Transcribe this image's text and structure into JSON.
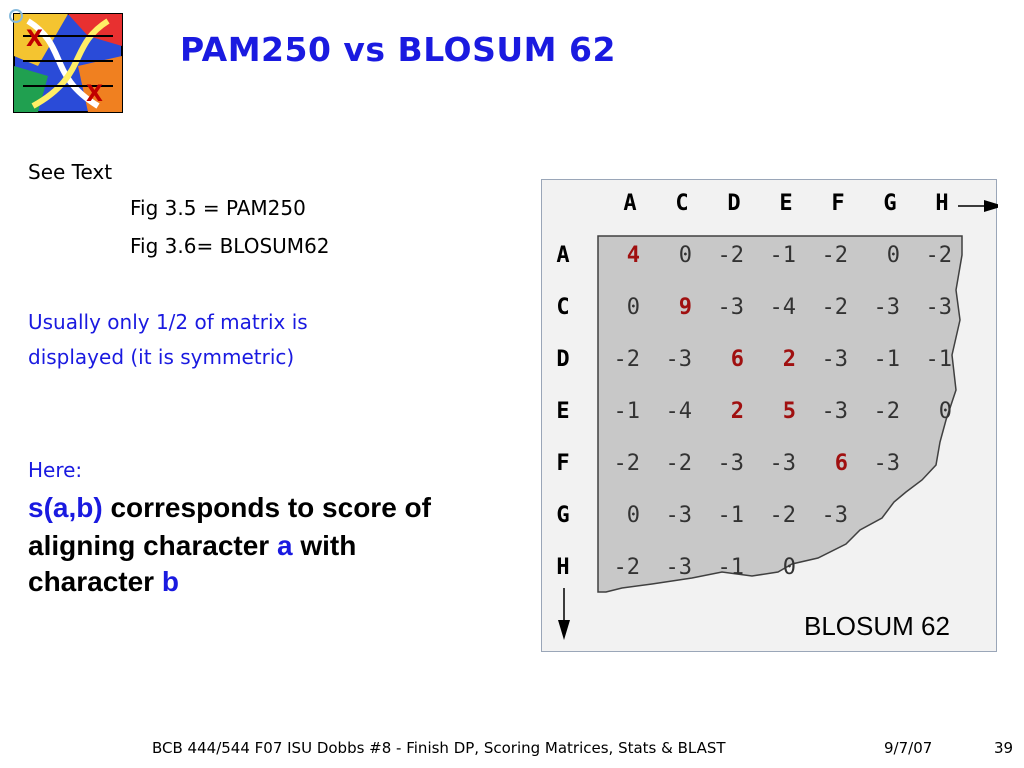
{
  "slide": {
    "title": "PAM250 vs BLOSUM 62",
    "see_text": "See Text",
    "fig_35": "Fig 3.5 = PAM250",
    "fig_36": "Fig 3.6= BLOSUM62",
    "usually_line1": "Usually only 1/2 of matrix is",
    "usually_line2": "displayed (it is symmetric)",
    "here": "Here:",
    "s_ab": "s(a,b)",
    "corresponds": " corresponds to score of",
    "aligning_prefix": "aligning character ",
    "char_a": "a",
    "aligning_suffix": " with",
    "character_prefix": "character ",
    "char_b": "b"
  },
  "matrix": {
    "caption": "BLOSUM 62",
    "column_headers": [
      "A",
      "C",
      "D",
      "E",
      "F",
      "G",
      "H"
    ],
    "row_headers": [
      "A",
      "C",
      "D",
      "E",
      "F",
      "G",
      "H"
    ],
    "cells": [
      [
        "4",
        "0",
        "-2",
        "-1",
        "-2",
        "0",
        "-2"
      ],
      [
        "0",
        "9",
        "-3",
        "-4",
        "-2",
        "-3",
        "-3"
      ],
      [
        "-2",
        "-3",
        "6",
        "2",
        "-3",
        "-1",
        "-1"
      ],
      [
        "-1",
        "-4",
        "2",
        "5",
        "-3",
        "-2",
        "0"
      ],
      [
        "-2",
        "-2",
        "-3",
        "-3",
        "6",
        "-3",
        ""
      ],
      [
        "0",
        "-3",
        "-1",
        "-2",
        "-3",
        "",
        ""
      ],
      [
        "-2",
        "-3",
        "-1",
        "0",
        "",
        "",
        ""
      ]
    ],
    "highlight_color": "#a01010",
    "highlighted": [
      [
        0,
        0
      ],
      [
        1,
        1
      ],
      [
        2,
        2
      ],
      [
        2,
        3
      ],
      [
        3,
        2
      ],
      [
        3,
        3
      ],
      [
        4,
        4
      ]
    ]
  },
  "footer": {
    "course": "BCB 444/544 F07 ISU Dobbs #8 - Finish DP, Scoring Matrices, Stats & BLAST",
    "date": "9/7/07",
    "page": "39"
  }
}
